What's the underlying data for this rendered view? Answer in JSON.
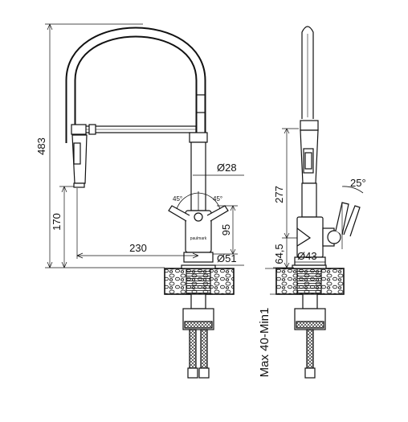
{
  "dimensions": {
    "total_height": "483",
    "spout_height": "170",
    "reach": "230",
    "spout_diameter": "Ø28",
    "base_diameter": "Ø51",
    "lever_height": "95",
    "lever_angle_left": "45°",
    "lever_angle_right": "45°",
    "side_height": "277",
    "lever_tilt": "25°",
    "base_height": "64,5",
    "body_diameter": "Ø43",
    "countertop_thickness": "Max 40-Min1"
  },
  "brand": "paulmark",
  "colors": {
    "line": "#111111",
    "background": "#ffffff"
  }
}
